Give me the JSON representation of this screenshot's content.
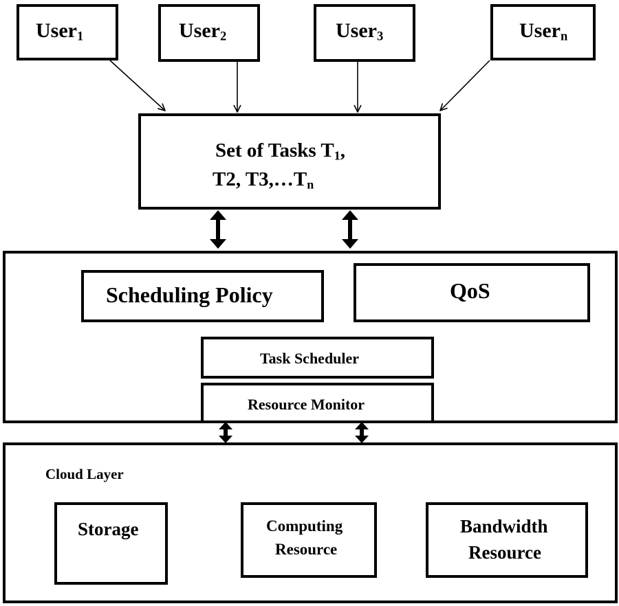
{
  "users": [
    {
      "base": "User",
      "sub": "1"
    },
    {
      "base": "User",
      "sub": "2"
    },
    {
      "base": "User",
      "sub": "3"
    },
    {
      "base": "User",
      "sub": "n"
    }
  ],
  "tasks": {
    "line1_prefix": "Set of Tasks T",
    "line1_sub": "1",
    "line1_suffix": ",",
    "line2_prefix": "T2, T3,…T",
    "line2_sub": "n"
  },
  "middle": {
    "scheduling_policy": "Scheduling Policy",
    "qos": "QoS",
    "task_scheduler": "Task Scheduler",
    "resource_monitor": "Resource Monitor"
  },
  "cloud": {
    "title": "Cloud Layer",
    "storage": "Storage",
    "computing_line1": "Computing",
    "computing_line2": "Resource",
    "bandwidth_line1": "Bandwidth",
    "bandwidth_line2": "Resource"
  }
}
